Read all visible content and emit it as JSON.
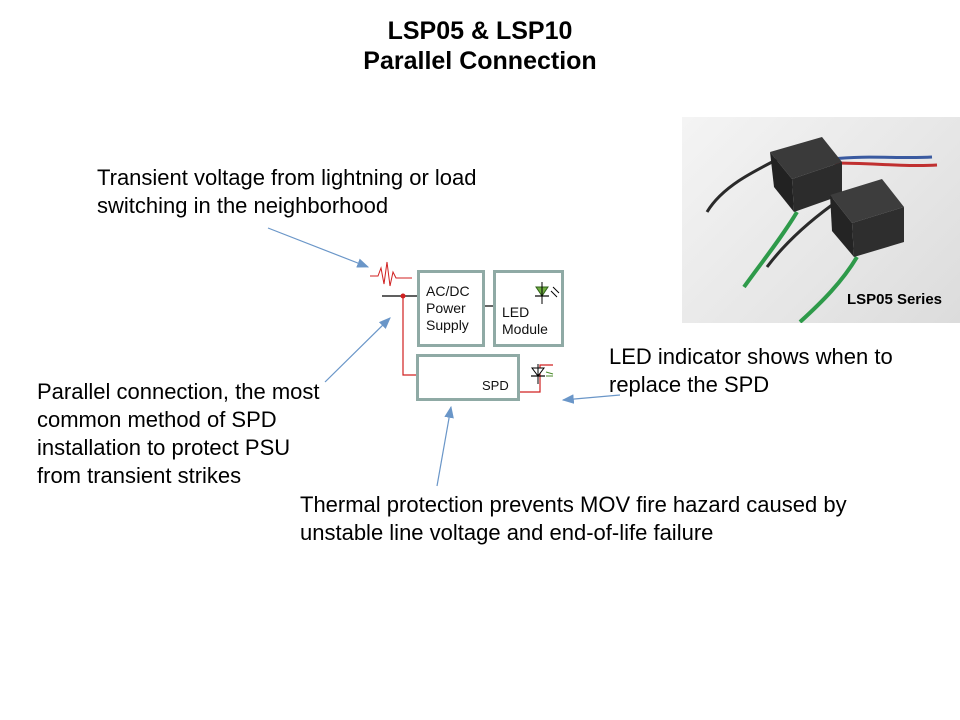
{
  "title": {
    "line1": "LSP05 & LSP10",
    "line2": "Parallel Connection"
  },
  "callouts": {
    "transient": "Transient voltage from lightning or load switching in the neighborhood",
    "parallel": "Parallel connection, the most common method of SPD installation to protect PSU from transient strikes",
    "led_indicator": "LED indicator shows when to replace the SPD",
    "thermal": "Thermal protection prevents MOV fire hazard caused by unstable line voltage and end-of-life failure"
  },
  "diagram": {
    "psu_box": {
      "line1": "AC/DC",
      "line2": "Power",
      "line3": "Supply"
    },
    "led_box": {
      "line1": "LED",
      "line2": "Module"
    },
    "spd_box": {
      "label": "SPD"
    },
    "colors": {
      "box_border": "#8faaa5",
      "wire_red": "#d02020",
      "arrow_blue": "#6a96c8",
      "led_green": "#4a8a2a"
    }
  },
  "photo": {
    "caption": "LSP05 Series"
  }
}
